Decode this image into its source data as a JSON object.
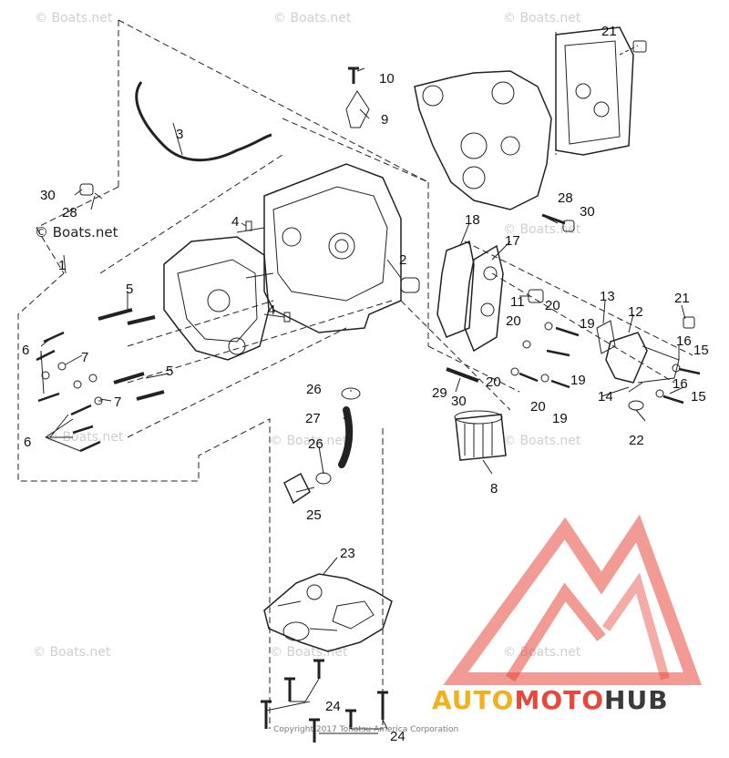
{
  "watermark": "© Boats.net",
  "logo_text": "© Boats.net",
  "copyright": "Copyright 2017 Tohatsu America Corporation",
  "brand": {
    "part1": "AUTO",
    "part2": "MOTO",
    "part3": "HUB"
  },
  "colors": {
    "logo_red": "#e8473c",
    "logo_yellow": "#f2b01e",
    "logo_dark": "#3a3a3a",
    "line": "#222222"
  },
  "callouts": [
    "1",
    "2",
    "3",
    "4",
    "4",
    "5",
    "5",
    "6",
    "6",
    "7",
    "7",
    "8",
    "9",
    "10",
    "11",
    "12",
    "13",
    "14",
    "15",
    "15",
    "16",
    "16",
    "17",
    "18",
    "19",
    "19",
    "19",
    "20",
    "20",
    "20",
    "20",
    "21",
    "21",
    "22",
    "23",
    "24",
    "24",
    "25",
    "26",
    "26",
    "27",
    "28",
    "28",
    "29",
    "30",
    "30",
    "30"
  ]
}
